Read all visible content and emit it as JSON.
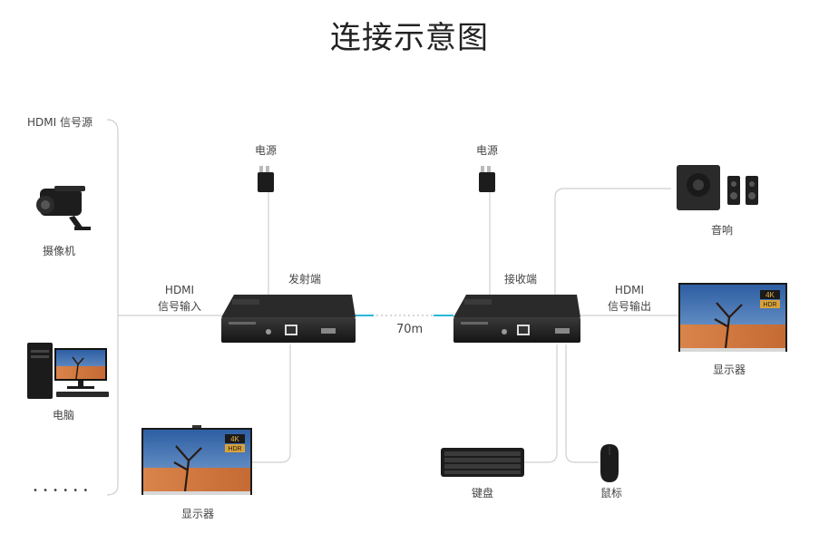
{
  "title": "连接示意图",
  "labels": {
    "hdmi_source": "HDMI 信号源",
    "camera": "摄像机",
    "computer": "电脑",
    "ellipsis": "• • • • • •",
    "power_left": "电源",
    "power_right": "电源",
    "transmitter": "发射端",
    "receiver": "接收端",
    "hdmi_in_1": "HDMI",
    "hdmi_in_2": "信号输入",
    "hdmi_out_1": "HDMI",
    "hdmi_out_2": "信号输出",
    "distance": "70m",
    "speaker": "音响",
    "display_right": "显示器",
    "display_left": "显示器",
    "keyboard": "键盘",
    "mouse": "鼠标",
    "tv_badge_4k": "4K",
    "tv_badge_hdr": "HDR"
  },
  "colors": {
    "line": "#cfcfcf",
    "cable_accent": "#2bb7d6",
    "device_body": "#1f1f1f",
    "screen_sky": "#3a6fb0",
    "screen_sand": "#d9844a"
  }
}
